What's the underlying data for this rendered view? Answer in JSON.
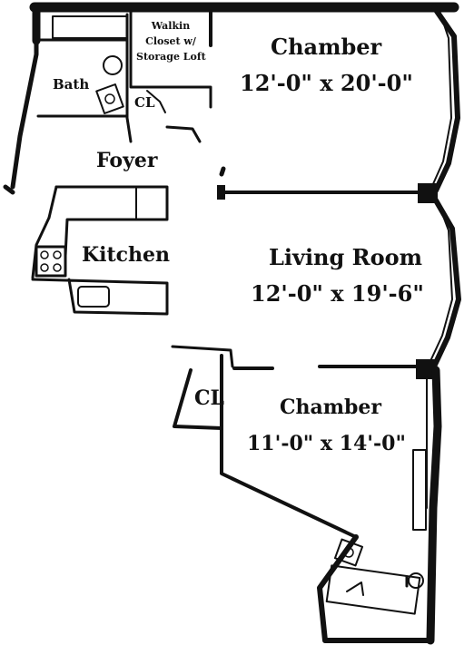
{
  "rooms": {
    "chamber_top": {
      "name": "Chamber",
      "size": "12'-0\" x 20'-0\""
    },
    "living_room": {
      "name": "Living Room",
      "size": "12'-0\" x 19'-6\""
    },
    "chamber_bottom": {
      "name": "Chamber",
      "size": "11'-0\" x 14'-0\""
    },
    "foyer": {
      "name": "Foyer"
    },
    "kitchen": {
      "name": "Kitchen"
    },
    "bath": {
      "name": "Bath"
    },
    "closet_bath": {
      "name": "CL"
    },
    "closet_bedroom": {
      "name": "CL"
    },
    "walkin": {
      "line1": "Walkin",
      "line2": "Closet w/",
      "line3": "Storage Loft"
    }
  }
}
